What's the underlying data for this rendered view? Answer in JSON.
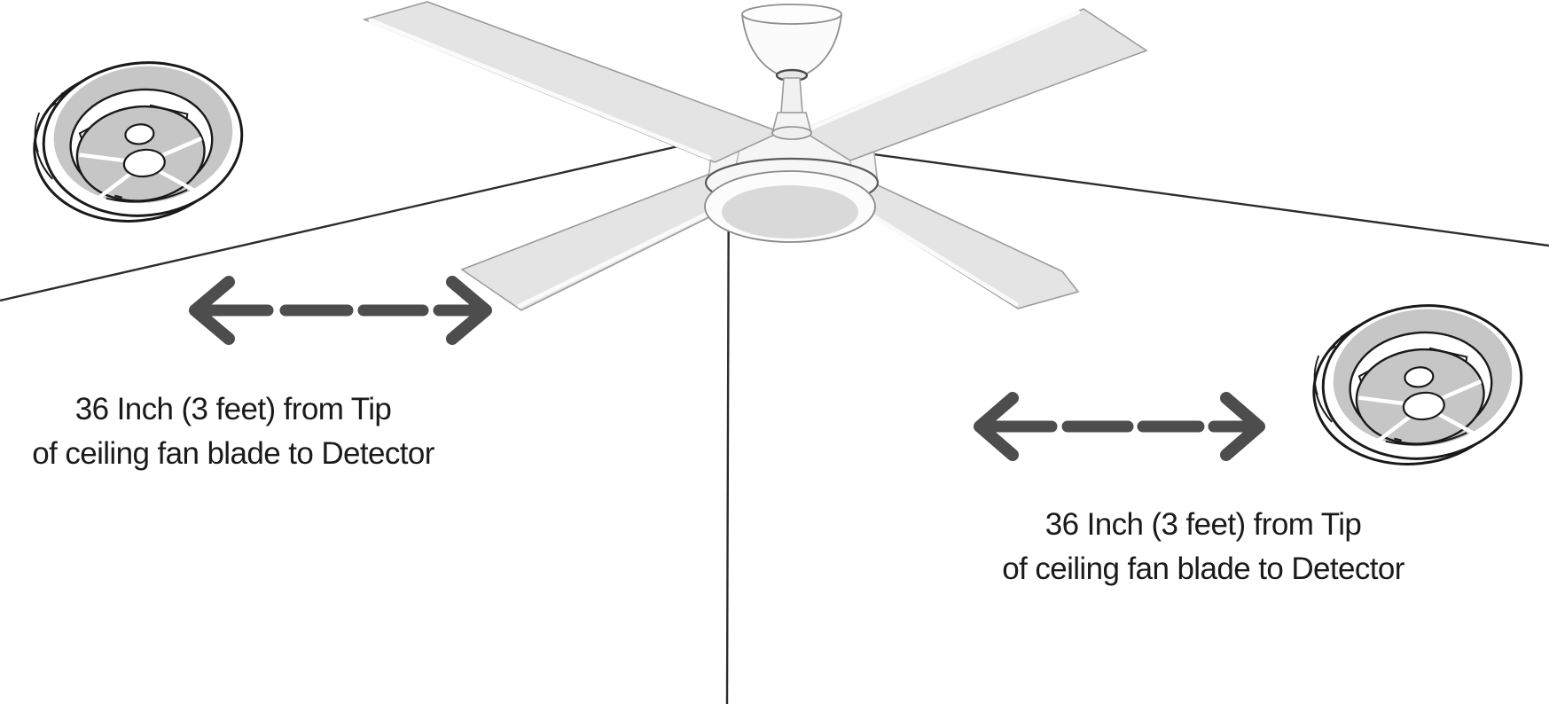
{
  "annotations": {
    "left": {
      "line1": "36 Inch (3 feet) from Tip",
      "line2": "of ceiling fan blade to Detector"
    },
    "right": {
      "line1": "36 Inch (3 feet) from Tip",
      "line2": "of ceiling fan blade to Detector"
    }
  },
  "measurement": {
    "value_inches": 36,
    "value_feet": 3
  },
  "icons": {
    "ceiling_fan": "ceiling-fan-illustration",
    "smoke_detector_left": "smoke-detector-illustration",
    "smoke_detector_right": "smoke-detector-illustration",
    "distance_arrow_left": "double-headed-dashed-arrow",
    "distance_arrow_right": "double-headed-dashed-arrow"
  },
  "colors": {
    "background": "#ffffff",
    "arrow": "#4d4d4d",
    "text": "#1a1a1a",
    "edge_line": "#2c2c2c",
    "outline": "#1a1a1a",
    "detector_shade": "#c6c6c6",
    "blade_fill": "#e4e4e4",
    "blade_edge": "#9c9c9c",
    "dome_fill": "#d9d9d9",
    "fan_body": "#f5f5f5"
  }
}
